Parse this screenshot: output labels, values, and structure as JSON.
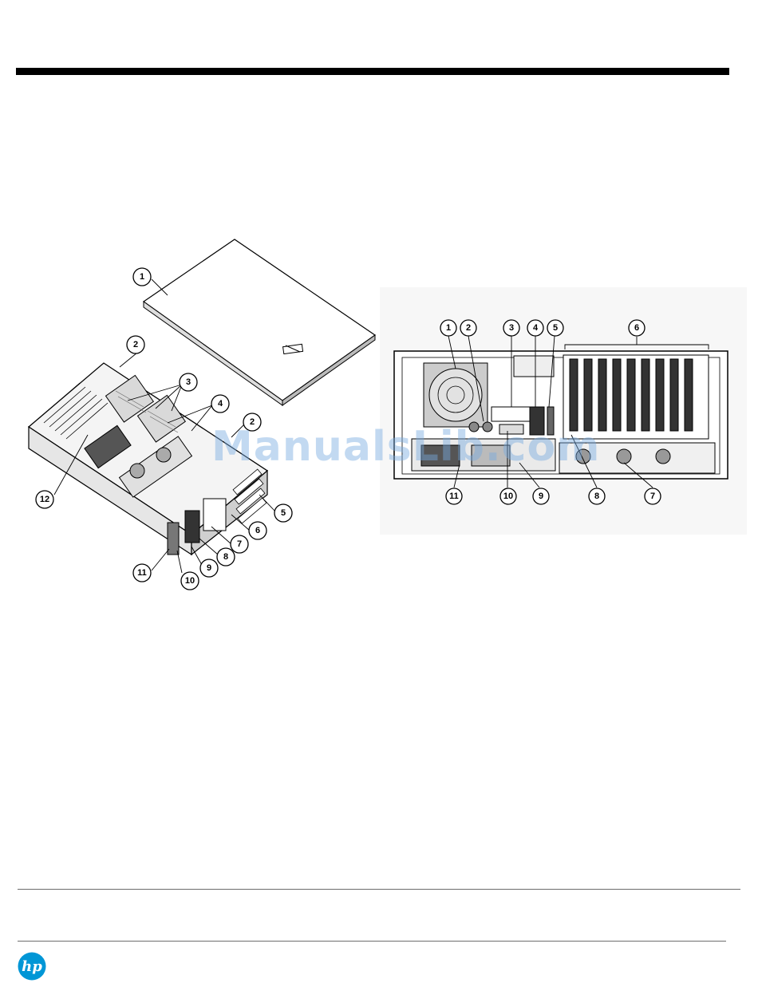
{
  "watermark": "ManualsLib.com",
  "colors": {
    "topbar": "#000000",
    "rule": "#6d6d6d",
    "watermark": "#78aae1",
    "hp_blue": "#0096d6"
  },
  "figure_left": {
    "callouts": [
      "1",
      "2",
      "3",
      "4",
      "2",
      "5",
      "6",
      "7",
      "8",
      "9",
      "10",
      "11",
      "12"
    ]
  },
  "figure_right": {
    "callouts": [
      "1",
      "2",
      "3",
      "4",
      "5",
      "6",
      "7",
      "8",
      "9",
      "10",
      "11"
    ]
  },
  "logo": {
    "icon": "hp-logo-icon",
    "text": "hp"
  }
}
